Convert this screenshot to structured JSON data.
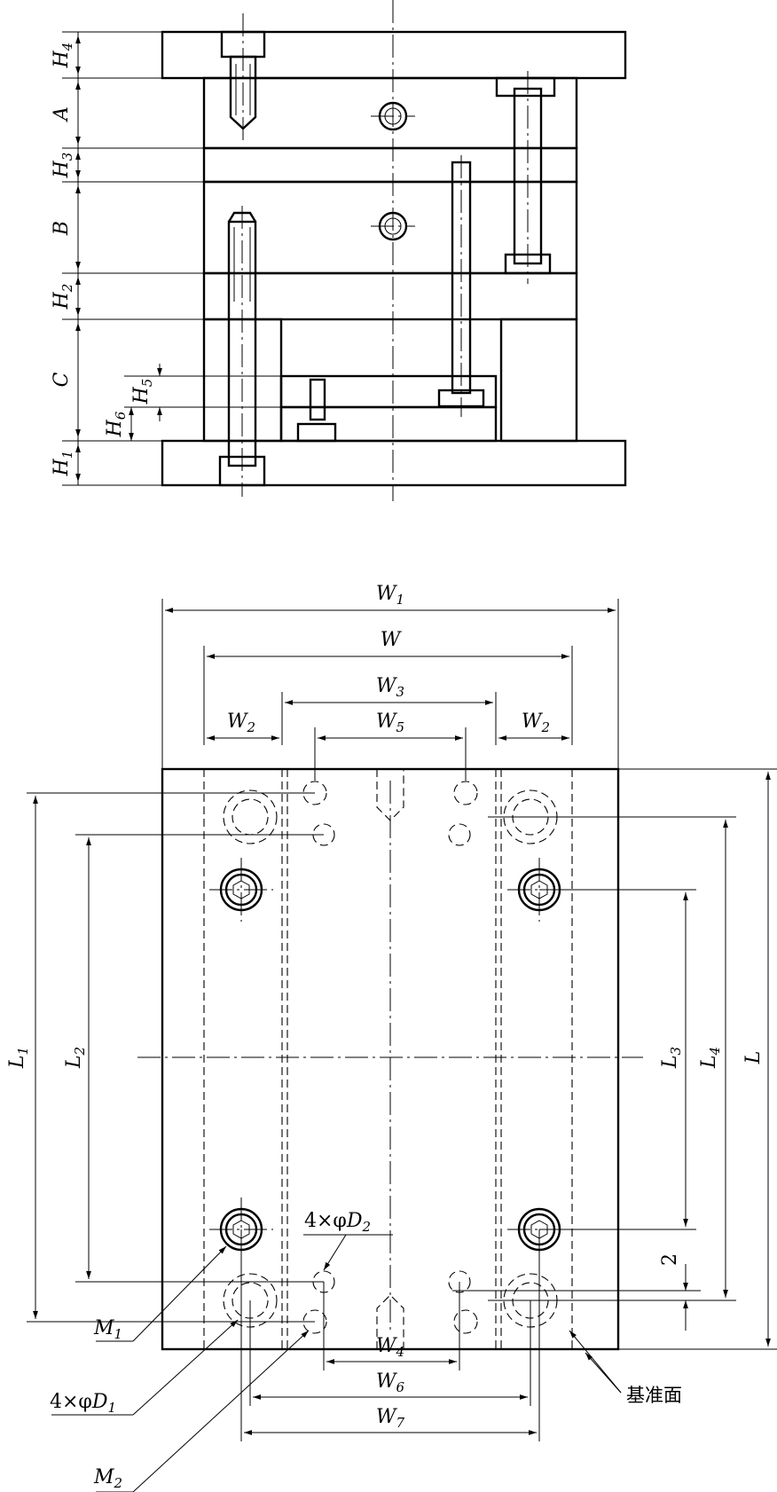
{
  "section_view": {
    "height_labels": [
      {
        "main": "H",
        "sub": "4"
      },
      {
        "main": "A",
        "sub": ""
      },
      {
        "main": "H",
        "sub": "3"
      },
      {
        "main": "B",
        "sub": ""
      },
      {
        "main": "H",
        "sub": "2"
      },
      {
        "main": "C",
        "sub": ""
      },
      {
        "main": "H",
        "sub": "6"
      },
      {
        "main": "H",
        "sub": "1"
      }
    ],
    "h5_label": {
      "main": "H",
      "sub": "5"
    }
  },
  "plan_view": {
    "width_labels": {
      "w1": {
        "main": "W",
        "sub": "1"
      },
      "w": {
        "main": "W",
        "sub": ""
      },
      "w3": {
        "main": "W",
        "sub": "3"
      },
      "w5": {
        "main": "W",
        "sub": "5"
      },
      "w2_left": {
        "main": "W",
        "sub": "2"
      },
      "w2_right": {
        "main": "W",
        "sub": "2"
      },
      "w4": {
        "main": "W",
        "sub": "4"
      },
      "w6": {
        "main": "W",
        "sub": "6"
      },
      "w7": {
        "main": "W",
        "sub": "7"
      }
    },
    "length_labels": {
      "l1": {
        "main": "L",
        "sub": "1"
      },
      "l2": {
        "main": "L",
        "sub": "2"
      },
      "l3": {
        "main": "L",
        "sub": "3"
      },
      "l4": {
        "main": "L",
        "sub": "4"
      },
      "l": {
        "main": "L",
        "sub": ""
      }
    },
    "gap_value": "2",
    "callouts": {
      "d2": {
        "prefix": "4×φ",
        "main": "D",
        "sub": "2"
      },
      "m1": {
        "prefix": "",
        "main": "M",
        "sub": "1"
      },
      "d1": {
        "prefix": "4×φ",
        "main": "D",
        "sub": "1"
      },
      "m2": {
        "prefix": "",
        "main": "M",
        "sub": "2"
      }
    },
    "datum_label": "基准面"
  }
}
